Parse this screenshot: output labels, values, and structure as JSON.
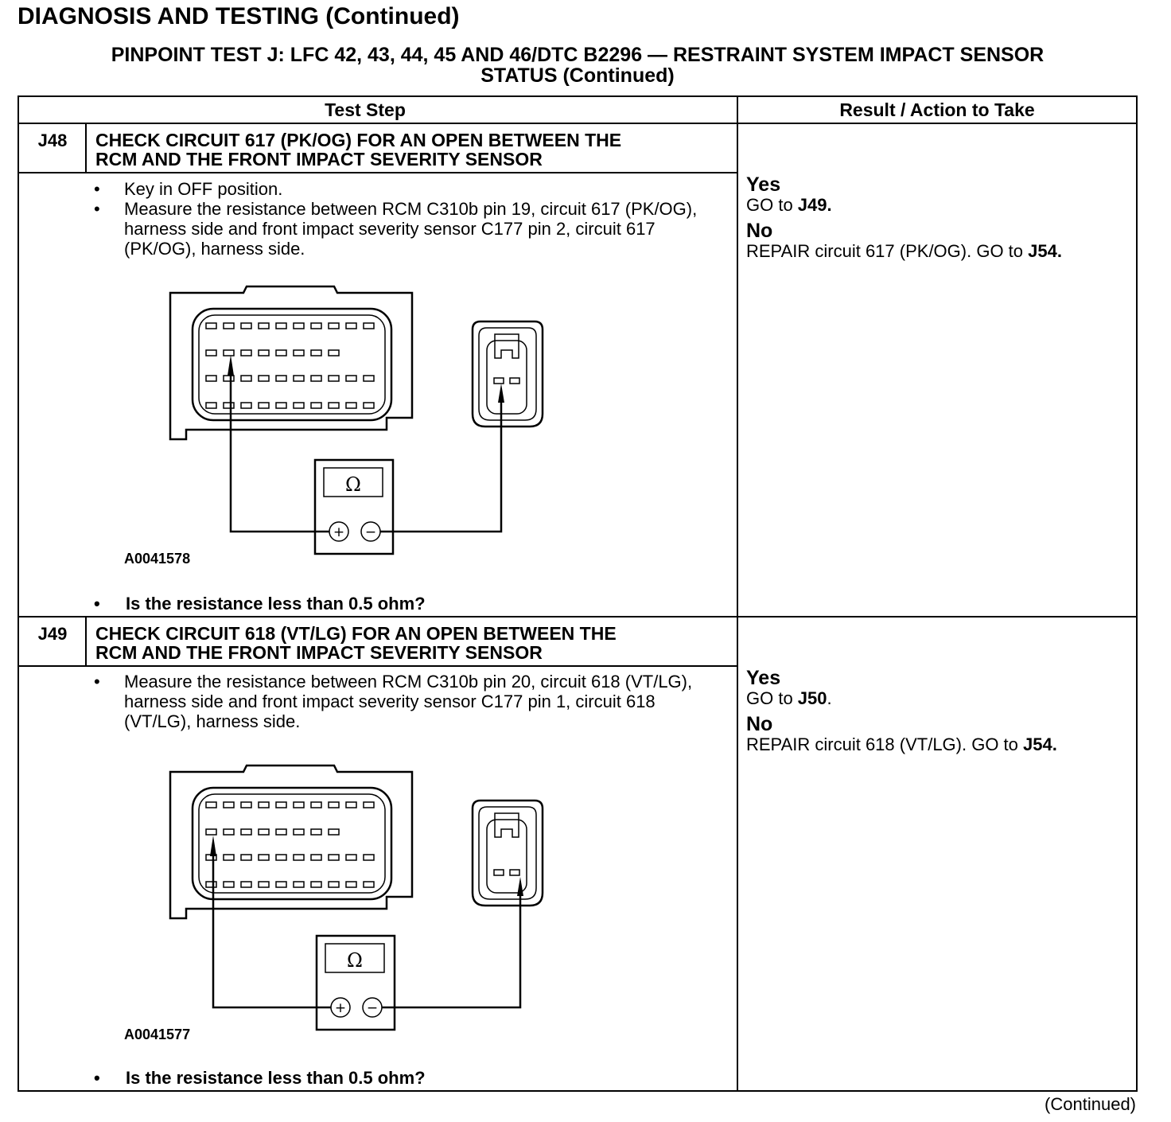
{
  "header": "DIAGNOSIS AND TESTING (Continued)",
  "test_title_line1": "PINPOINT TEST J: LFC 42, 43, 44, 45 AND 46/DTC B2296 — RESTRAINT SYSTEM IMPACT SENSOR",
  "test_title_line2": "STATUS (Continued)",
  "columns": {
    "step": "Test Step",
    "result": "Result / Action to Take"
  },
  "steps": [
    {
      "id": "J48",
      "title_line1": "CHECK CIRCUIT 617 (PK/OG) FOR AN OPEN BETWEEN THE",
      "title_line2": "RCM AND THE FRONT IMPACT SEVERITY SENSOR",
      "bullets": [
        "Key in OFF position.",
        "Measure the resistance between RCM C310b pin 19, circuit 617 (PK/OG), harness side and front impact severity sensor C177 pin 2, circuit 617 (PK/OG), harness side."
      ],
      "meter_symbol": "Ω",
      "figure_id": "A0041578",
      "question": "Is the resistance less than 0.5 ohm?",
      "yes_label": "Yes",
      "yes_text": "GO to ",
      "yes_target": "J49",
      "no_label": "No",
      "no_text": "REPAIR circuit 617 (PK/OG). GO to ",
      "no_target": "J54"
    },
    {
      "id": "J49",
      "title_line1": "CHECK CIRCUIT 618 (VT/LG) FOR AN OPEN BETWEEN THE",
      "title_line2": "RCM AND THE FRONT IMPACT SEVERITY SENSOR",
      "bullets": [
        "Measure the resistance between RCM C310b pin 20, circuit 618 (VT/LG), harness side and front impact severity sensor C177 pin 1, circuit 618 (VT/LG), harness side."
      ],
      "meter_symbol": "Ω",
      "figure_id": "A0041577",
      "question": "Is the resistance less than 0.5 ohm?",
      "yes_label": "Yes",
      "yes_text": "GO to ",
      "yes_target": "J50",
      "no_label": "No",
      "no_text": "REPAIR circuit 618 (VT/LG). GO to ",
      "no_target": "J54"
    }
  ],
  "bullet_char": "•",
  "period": ".",
  "meter_plus": "+",
  "meter_minus": "−",
  "footer": "(Continued)"
}
